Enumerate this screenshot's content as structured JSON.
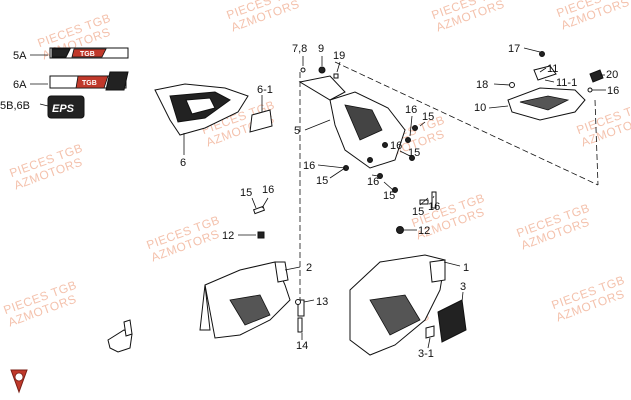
{
  "watermark": {
    "line1": "PIECES TGB",
    "line2": "AZMOTORS"
  },
  "labels": {
    "l5A": "5A",
    "l6A": "6A",
    "l5B6B": "5B,6B",
    "l6": "6",
    "l6_1": "6-1",
    "l5": "5",
    "l78": "7,8",
    "l9": "9",
    "l19": "19",
    "l16a": "16",
    "l15a": "15",
    "l16b": "16",
    "l15b": "15",
    "l16c": "16",
    "l15c": "15",
    "l16d": "16",
    "l15d": "15",
    "l17": "17",
    "l11": "11",
    "l11_1": "11-1",
    "l18": "18",
    "l20": "20",
    "l10": "10",
    "l16e": "16",
    "l15e": "15",
    "l16f": "16",
    "l12a": "12",
    "l2": "2",
    "l13": "13",
    "l14": "14",
    "l15f": "15",
    "l16g": "16",
    "l12b": "12",
    "l1": "1",
    "l3": "3",
    "l3_1": "3-1"
  },
  "decals": {
    "d5A": "TGB",
    "d6A": "TGB",
    "d5B6B": "EPS"
  }
}
